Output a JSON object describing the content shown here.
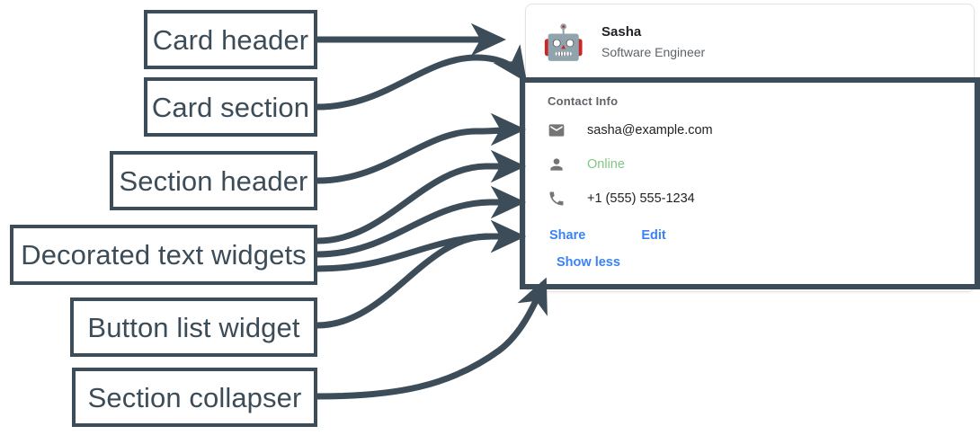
{
  "annotations": {
    "labels": [
      {
        "id": "card-header",
        "text": "Card header"
      },
      {
        "id": "card-section",
        "text": "Card section"
      },
      {
        "id": "section-header",
        "text": "Section header"
      },
      {
        "id": "decorated-text",
        "text": "Decorated text widgets"
      },
      {
        "id": "button-list",
        "text": "Button list widget"
      },
      {
        "id": "section-collapser",
        "text": "Section collapser"
      }
    ],
    "color": "#3c4c58"
  },
  "card": {
    "header": {
      "avatar_icon": "robot-icon",
      "avatar_glyph": "🤖",
      "title": "Sasha",
      "subtitle": "Software Engineer"
    },
    "section": {
      "header": "Contact Info",
      "rows": [
        {
          "icon": "email-icon",
          "text": "sasha@example.com",
          "color": "#202124"
        },
        {
          "icon": "person-icon",
          "text": "Online",
          "color": "#81c784"
        },
        {
          "icon": "phone-icon",
          "text": "+1 (555) 555-1234",
          "color": "#202124"
        }
      ],
      "buttons": [
        {
          "label": "Share"
        },
        {
          "label": "Edit"
        }
      ],
      "collapser": {
        "label": "Show less"
      }
    },
    "accent_color": "#3b82f6",
    "status_color": "#81c784"
  }
}
